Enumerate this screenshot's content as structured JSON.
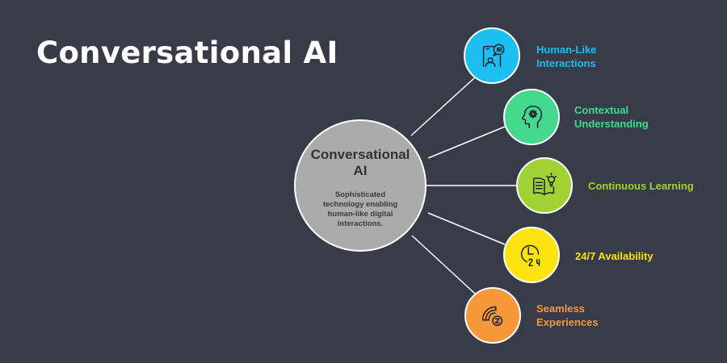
{
  "title": "Conversational AI",
  "center": {
    "title_line1": "Conversational",
    "title_line2": "AI",
    "description": "Sophisticated technology enabling human-like digital interactions.",
    "color": "#ababab"
  },
  "nodes": [
    {
      "label_line1": "Human-Like",
      "label_line2": "Interactions",
      "icon": "phone-chat-hi-icon",
      "color": "#1dbff2"
    },
    {
      "label_line1": "Contextual",
      "label_line2": "Understanding",
      "icon": "head-gear-icon",
      "color": "#45d98e"
    },
    {
      "label_line1": "Continuous Learning",
      "label_line2": "",
      "icon": "book-lightbulb-icon",
      "color": "#a1d233"
    },
    {
      "label_line1": "24/7 Availability",
      "label_line2": "",
      "icon": "clock-24-icon",
      "color": "#fde30f"
    },
    {
      "label_line1": "Seamless",
      "label_line2": "Experiences",
      "icon": "signal-z-icon",
      "color": "#f6973a"
    }
  ]
}
